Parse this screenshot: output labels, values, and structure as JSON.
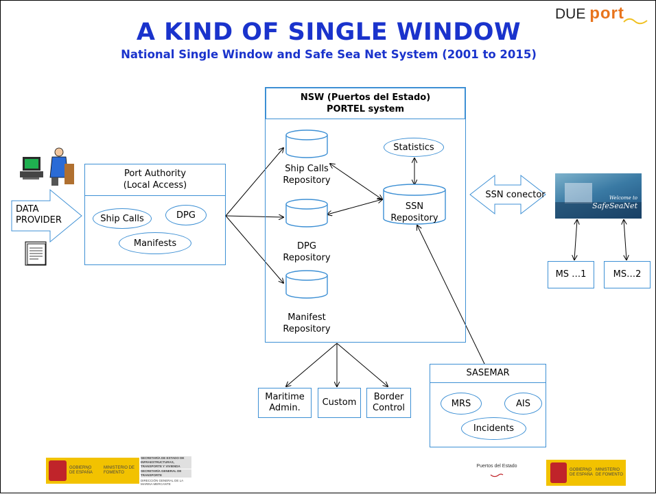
{
  "header": {
    "title": "A KIND OF SINGLE WINDOW",
    "subtitle": "National Single Window and Safe Sea Net System (2001 to 2015)",
    "logo_prefix": "DUE",
    "logo_brand": "port"
  },
  "data_provider": {
    "label_line1": "DATA",
    "label_line2": "PROVIDER"
  },
  "port_authority": {
    "title_line1": "Port Authority",
    "title_line2": "(Local Access)",
    "items": [
      "Ship Calls",
      "DPG",
      "Manifests"
    ]
  },
  "nsw": {
    "title_line1": "NSW (Puertos del Estado)",
    "title_line2": "PORTEL system",
    "repositories": [
      {
        "line1": "Ship Calls",
        "line2": "Repository"
      },
      {
        "line1": "DPG",
        "line2": "Repository"
      },
      {
        "line1": "Manifest",
        "line2": "Repository"
      }
    ],
    "statistics": "Statistics",
    "ssn_line1": "SSN",
    "ssn_line2": "Repository"
  },
  "ssn_connector": "SSN conector",
  "safeseanet": {
    "line1": "Welcome to",
    "line2": "SafeSeaNet"
  },
  "member_states": [
    "MS …1",
    "MS…2"
  ],
  "authorities": [
    {
      "line1": "Maritime",
      "line2": "Admin."
    },
    {
      "line1": "Custom",
      "line2": ""
    },
    {
      "line1": "Border",
      "line2": "Control"
    }
  ],
  "sasemar": {
    "title": "SASEMAR",
    "items": [
      "MRS",
      "AIS",
      "Incidents"
    ]
  },
  "footer": {
    "left_logo": [
      "GOBIERNO DE ESPAÑA",
      "MINISTERIO DE FOMENTO",
      "SECRETARÍA DE ESTADO DE INFRAESTRUCTURAS, TRANSPORTE Y VIVIENDA",
      "SECRETARÍA GENERAL DE TRANSPORTE",
      "DIRECCIÓN GENERAL DE LA MARINA MERCANTE"
    ],
    "puertos": "Puertos del Estado",
    "right_logo": [
      "GOBIERNO DE ESPAÑA",
      "MINISTERIO DE FOMENTO"
    ]
  },
  "colors": {
    "title": "#1a33cc",
    "box_border": "#3c8fd4",
    "logo_accent": "#e8741c"
  }
}
